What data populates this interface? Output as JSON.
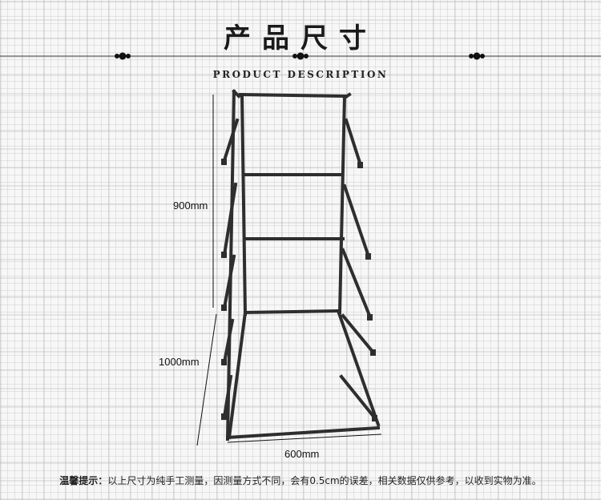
{
  "header": {
    "title": "产品尺寸",
    "subtitle": "PRODUCT DESCRIPTION"
  },
  "dimensions": {
    "height_label": "900mm",
    "depth_label": "1000mm",
    "width_label": "600mm"
  },
  "footer": {
    "label": "温馨提示：",
    "text": "以上尺寸为纯手工测量，因测量方式不同，会有0.5cm的误差，相关数据仅供参考，以收到实物为准。"
  },
  "colors": {
    "metal": "#2e2e2e",
    "ink": "#222222"
  }
}
